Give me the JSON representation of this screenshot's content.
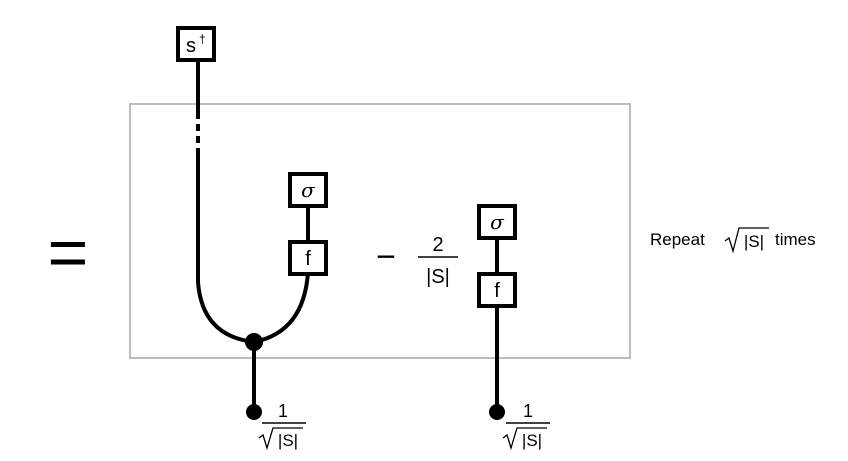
{
  "equation": {
    "equals_sign": "=",
    "minus_sign": "−"
  },
  "boxes": {
    "s_dagger": {
      "base": "s",
      "superscript": "†"
    },
    "sigma_left": "σ",
    "f_left": "f",
    "sigma_right": "σ",
    "f_right": "f"
  },
  "coefficient": {
    "numerator": "2",
    "denominator": "|S|"
  },
  "normalization_left": {
    "numerator": "1",
    "radicand": "|S|"
  },
  "normalization_right": {
    "numerator": "1",
    "radicand": "|S|"
  },
  "repeat_label": {
    "prefix": "Repeat",
    "radicand": "|S|",
    "suffix": "times"
  },
  "colors": {
    "ink": "#000000",
    "frame": "#bdbdbd",
    "background": "#ffffff"
  }
}
